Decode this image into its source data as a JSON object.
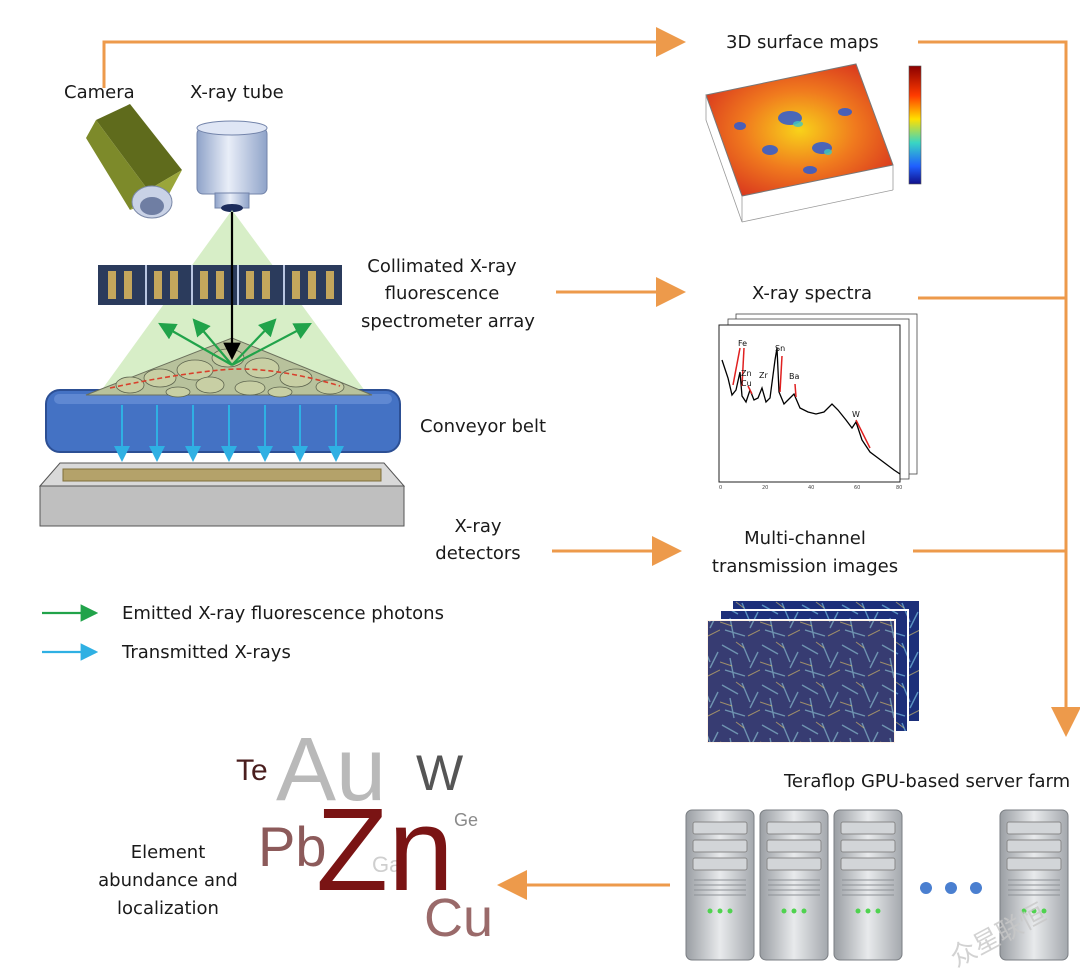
{
  "labels": {
    "camera": "Camera",
    "xray_tube": "X-ray tube",
    "surface_maps": "3D surface maps",
    "collimated_1": "Collimated X-ray",
    "collimated_2": "fluorescence",
    "collimated_3": "spectrometer array",
    "xray_spectra": "X-ray spectra",
    "conveyor_belt": "Conveyor belt",
    "detectors_1": "X-ray",
    "detectors_2": "detectors",
    "multichannel_1": "Multi-channel",
    "multichannel_2": "transmission images",
    "server_farm": "Teraflop GPU-based server farm",
    "abundance_1": "Element",
    "abundance_2": "abundance and",
    "abundance_3": "localization"
  },
  "legend": {
    "emitted": "Emitted X-ray fluorescence photons",
    "transmitted": "Transmitted X-rays"
  },
  "spectrum_peaks": {
    "fe": "Fe",
    "zn": "Zn",
    "cu": "Cu",
    "zr": "Zr",
    "sn": "Sn",
    "ba": "Ba",
    "w": "W"
  },
  "element_cloud": {
    "te": "Te",
    "au": "Au",
    "w": "W",
    "pb": "Pb",
    "zn": "Zn",
    "ge": "Ge",
    "ga": "Ga",
    "cu": "Cu"
  },
  "watermark": "众星联恒",
  "colors": {
    "flow_arrow": "#ed9a4b",
    "emitted_arrow": "#21a34a",
    "transmitted_arrow": "#2fb0e3",
    "belt": "#4472c4",
    "camera": "#7d8a2a",
    "tube": "#c7d3ec"
  }
}
